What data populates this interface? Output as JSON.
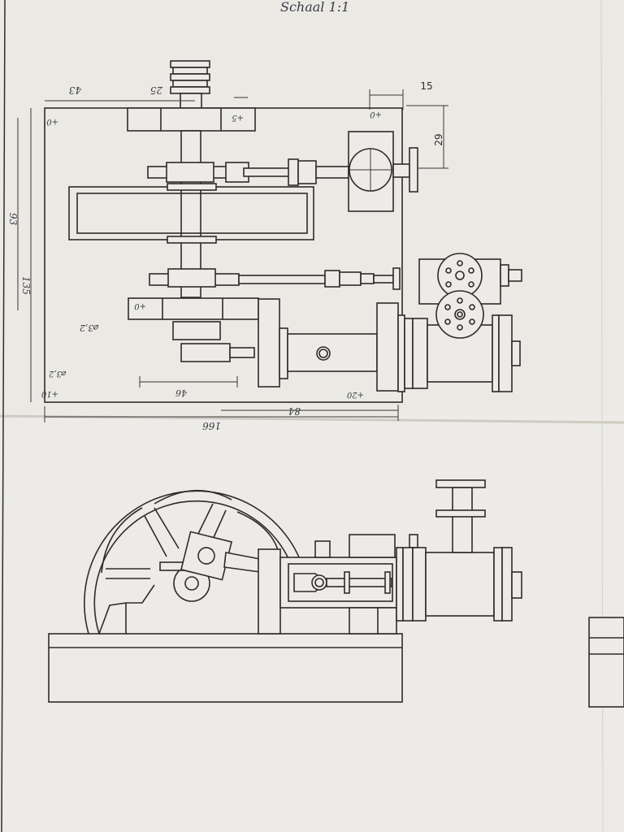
{
  "sheet": {
    "scale_note": "Schaal 1:1",
    "colors": {
      "paper": "#ecebe7",
      "ink": "#2e2c2a",
      "pencil": "#3a3a44"
    }
  },
  "top_view": {
    "dim_width": "15",
    "dim_height": "29",
    "dim_top_left": "43",
    "dim_top_right": "25",
    "dim_total_h": "93",
    "dim_inner_h": "135",
    "dim_length": "84",
    "dim_overall": "166",
    "dim_inner_len": "46",
    "dim_phi": "⌀3,2",
    "dim_bl": "⌀3,2",
    "tol_a": "+0",
    "tol_b": "+5",
    "tol_c": "+0",
    "tol_d": "+10",
    "tol_e": "+0",
    "tol_f": "+20"
  }
}
